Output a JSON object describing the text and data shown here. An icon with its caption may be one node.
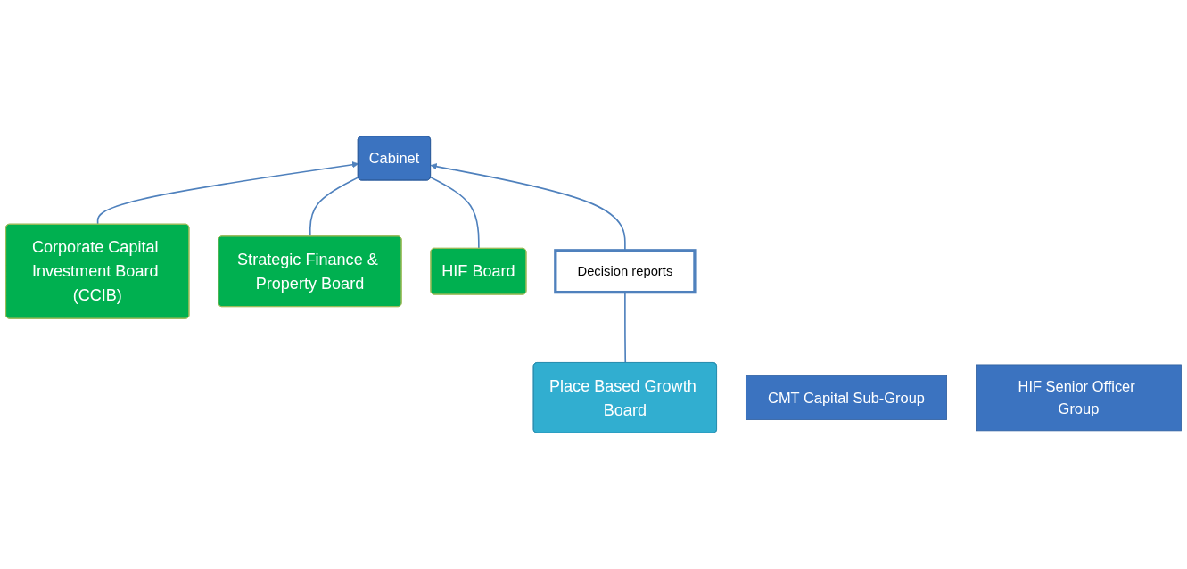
{
  "diagram": {
    "nodes": [
      {
        "text": [
          "Cabinet"
        ]
      },
      {
        "text": [
          "Decision reports"
        ]
      },
      {
        "text": [
          "Corporate Capital Investment Board (CCIB)"
        ]
      },
      {
        "text": [
          "Strategic Finance & Property Board"
        ]
      },
      {
        "text": [
          "HIF Board"
        ]
      },
      {
        "text": [
          "Place Based Growth Board"
        ]
      },
      {
        "text": [
          "CMT Capital Sub-Group"
        ]
      },
      {
        "text": [
          "HIF Senior Officer Group"
        ]
      }
    ],
    "edges": [
      {
        "from": 2,
        "to": 0,
        "arrow": "to"
      },
      {
        "from": 3,
        "to": 0,
        "arrow": "none"
      },
      {
        "from": 4,
        "to": 0,
        "arrow": "none"
      },
      {
        "from": 1,
        "to": 0,
        "arrow": "to"
      },
      {
        "from": 5,
        "to": 1,
        "arrow": "none"
      }
    ]
  }
}
